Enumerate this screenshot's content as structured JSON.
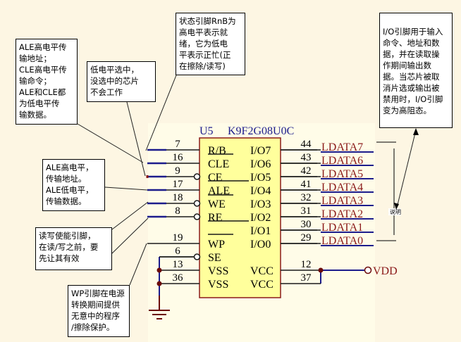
{
  "chip": {
    "ref": "U5",
    "part": "K9F2G08U0C",
    "left_pins": [
      {
        "num": "7",
        "name": "R/B",
        "bubble": false,
        "overbar": true
      },
      {
        "num": "16",
        "name": "CLE",
        "bubble": false,
        "overbar": false
      },
      {
        "num": "9",
        "name": "CE",
        "bubble": true,
        "overbar": true
      },
      {
        "num": "17",
        "name": "ALE",
        "bubble": false,
        "overbar": false
      },
      {
        "num": "18",
        "name": "WE",
        "bubble": true,
        "overbar": true
      },
      {
        "num": "8",
        "name": "RE",
        "bubble": true,
        "overbar": true
      },
      {
        "num": "19",
        "name": "WP",
        "bubble": false,
        "overbar": true
      },
      {
        "num": "6",
        "name": "SE",
        "bubble": true,
        "overbar": false
      },
      {
        "num": "13",
        "name": "VSS",
        "bubble": false,
        "overbar": false
      },
      {
        "num": "36",
        "name": "VSS",
        "bubble": false,
        "overbar": false
      }
    ],
    "right_pins": [
      {
        "num": "44",
        "name": "I/O7",
        "net": "LDATA7"
      },
      {
        "num": "43",
        "name": "I/O6",
        "net": "LDATA6"
      },
      {
        "num": "42",
        "name": "I/O5",
        "net": "LDATA5"
      },
      {
        "num": "41",
        "name": "I/O4",
        "net": "LDATA4"
      },
      {
        "num": "32",
        "name": "I/O3",
        "net": "LDATA3"
      },
      {
        "num": "31",
        "name": "I/O2",
        "net": "LDATA2"
      },
      {
        "num": "30",
        "name": "I/O1",
        "net": "LDATA1"
      },
      {
        "num": "29",
        "name": "I/O0",
        "net": "LDATA0"
      },
      {
        "num": "12",
        "name": "VCC",
        "net": ""
      },
      {
        "num": "37",
        "name": "VCC",
        "net": ""
      }
    ],
    "power_label": "VDD"
  },
  "notes": {
    "ale_cle": "ALE高电平传\n输地址；\nCLE高电平传\n输命令；\nALE和CLE都\n为低电平传\n输数据。",
    "ce": "低电平选中，\n没选中的芯片\n不会工作",
    "rb": "状态引脚RnB为\n高电平表示就\n绪，它为低电\n平表示正忙(正\n在擦除/读写)",
    "io": "I/O引脚用于输入\n命令、地址和数\n据，并在读取操\n作期间输出数\n据。当芯片被取\n消片选或输出被\n禁用时，I/O引脚\n变为高阻态。",
    "ale": "ALE高电平，\n传输地址。\nALE低电平，\n传输数据。",
    "we_re": "读写使能引脚，\n在读/写之前，要\n先让其有效",
    "wp": "WP引脚在电源\n转换期间提供\n无意中的程序\n/擦除保护。",
    "bracket_label": "说明"
  },
  "colors": {
    "wire": "#1a1a1a",
    "net_blue": "#1c1c8c",
    "net_text": "#8b1a1a",
    "chip_fill": "#ffff9c",
    "chip_border": "#8b1a1a",
    "ref_text": "#1c1c8c",
    "junction": "#6b0a0a"
  }
}
